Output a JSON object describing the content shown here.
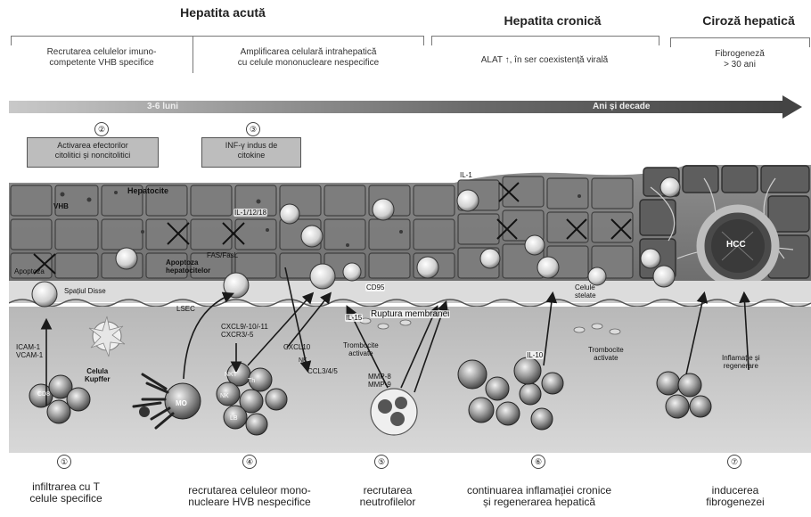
{
  "phases": {
    "acute": "Hepatita acută",
    "chronic": "Hepatita cronică",
    "cirrhosis": "Ciroză hepatică"
  },
  "descriptions": {
    "recruit": "Recrutarea celulelor imuno-\ncompetente VHB specifice",
    "amplify": "Amplificarea celulară intrahepatică\ncu celule mononucleare nespecifice",
    "alat": "ALAT ↑, în ser coexistență virală",
    "fibro": "Fibrogeneză\n> 30 ani"
  },
  "timeline": {
    "left": "3-6 luni",
    "right": "Ani și decade"
  },
  "steps": {
    "s2": "②",
    "s3": "③",
    "box2": "Activarea efectorilor\ncitolitici și noncitolitici",
    "box3": "INF-γ indus de\ncitokine"
  },
  "labels": {
    "vhb": "VHB",
    "hepatocite": "Hepatocite",
    "il1": "IL-1",
    "il1271": "IL-1/12/18",
    "apoptoza1": "Apoptoza",
    "apoptoza2": "Apoptoza\nhepatocitelor",
    "fas": "FAS/FasL",
    "disse": "Spațiul Disse",
    "cd95": "CD95",
    "il15": "IL-15",
    "ruptura": "Ruptura membranei",
    "icam": "ICAM-1\nVCAM-1",
    "kupffer": "Celula\nKupffer",
    "cxcl9": "CXCL9/-10/-11\nCXCR3/-5",
    "cxcl10": "CXCL10",
    "ccl3": "CCL3/4/5",
    "tromb1": "Trombocite\nactivate",
    "mmp": "MMP-8\nMMP-9",
    "il10": "IL-10",
    "celule": "Celule\nstelate",
    "tromb2": "Trombocite\nactivate",
    "inflam": "Inflamație și\nregenerare",
    "hcc": "HCC",
    "mo": "MO",
    "nk": "NK",
    "nkt": "NKT",
    "th": "Th",
    "lb": "LB",
    "nk2": "NK",
    "cd8": "CD8",
    "lsec": "LSEC"
  },
  "bottom": {
    "n1": "①",
    "n4": "④",
    "n5": "⑤",
    "n6": "⑥",
    "n7": "⑦",
    "t1": "infiltrarea cu T\ncelule specifice",
    "t4": "recrutarea celuleor mono-\nnucleare HVB nespecifice",
    "t5": "recrutarea\nneutrofilelor",
    "t6": "continuarea inflamației cronice\nși regenerarea hepatică",
    "t7": "inducerea\nfibrogenezei"
  }
}
